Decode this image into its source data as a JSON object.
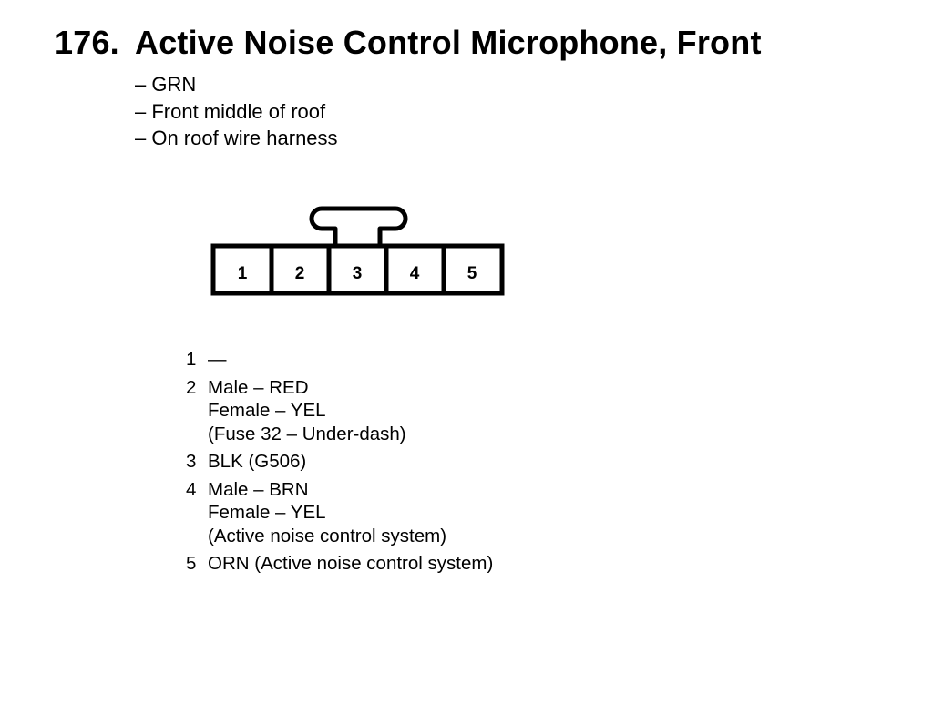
{
  "title": {
    "number": "176.",
    "text": "Active Noise Control Microphone, Front"
  },
  "details": [
    "– GRN",
    "– Front middle of roof",
    "– On roof wire harness"
  ],
  "connector": {
    "cavities": [
      "1",
      "2",
      "3",
      "4",
      "5"
    ]
  },
  "pins": [
    {
      "number": "1",
      "lines": [
        "—"
      ]
    },
    {
      "number": "2",
      "lines": [
        "Male – RED",
        "Female – YEL",
        "(Fuse 32 – Under-dash)"
      ]
    },
    {
      "number": "3",
      "lines": [
        "BLK (G506)"
      ]
    },
    {
      "number": "4",
      "lines": [
        "Male – BRN",
        "Female – YEL",
        "(Active noise control system)"
      ]
    },
    {
      "number": "5",
      "lines": [
        "ORN (Active noise control system)"
      ]
    }
  ]
}
